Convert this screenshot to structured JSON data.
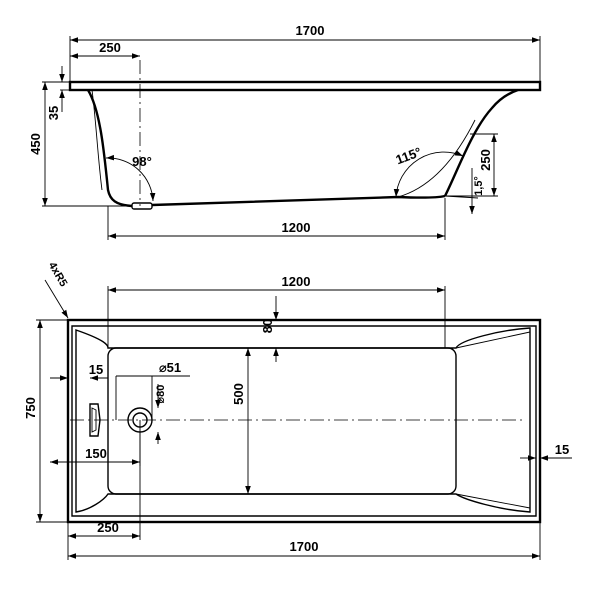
{
  "labels": {
    "overall_length_top": "1700",
    "rim_offset_top": "250",
    "height": "450",
    "rim_thickness": "35",
    "left_angle": "98°",
    "right_angle": "115°",
    "right_height": "250",
    "slope": "1,5°",
    "bottom_length": "1200",
    "corner_radius": "4xR5",
    "inner_length": "1200",
    "rim_width_top": "80",
    "inner_width": "500",
    "drain_small_dia": "⌀51",
    "drain_large_dia": "⌀80",
    "left_offset_15": "15",
    "drain_offset_150": "150",
    "overall_width": "750",
    "right_offset_15": "15",
    "rim_offset_bottom": "250",
    "overall_length_bottom": "1700"
  }
}
